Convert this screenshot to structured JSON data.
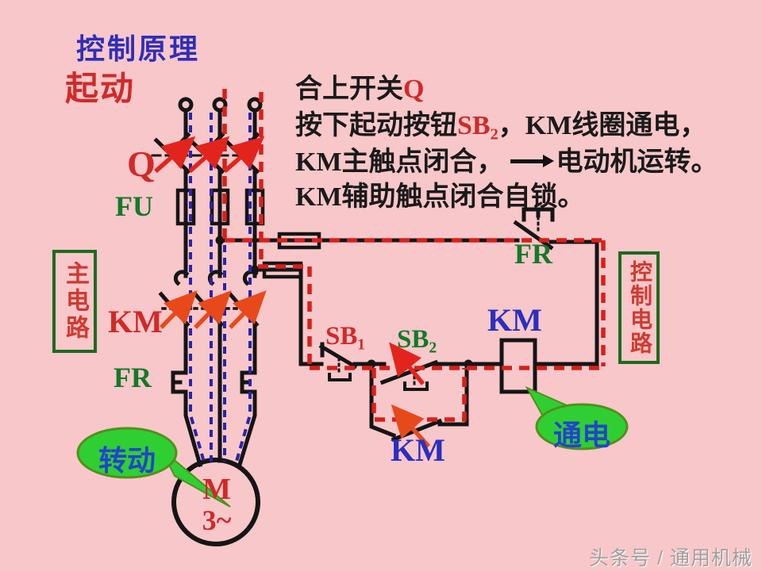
{
  "slide": {
    "background": "#f8c7ca"
  },
  "headings": {
    "principle": "控制原理",
    "start": "起动"
  },
  "instructions": {
    "line1_pre": "合上开关",
    "line1_q": "Q",
    "line2_pre": "按下起动按钮",
    "line2_sb2": "SB₂",
    "line2_post": "，KM线圈通电，",
    "line3_pre": "KM主触点闭合，",
    "line3_post": "电动机运转。",
    "line4": "KM辅助触点闭合自锁。"
  },
  "labels": {
    "q": "Q",
    "fu": "FU",
    "km_main": "KM",
    "fr_main": "FR",
    "sb1": "SB₁",
    "sb2": "SB₂",
    "km_aux": "KM",
    "km_coil": "KM",
    "fr_control": "FR",
    "motor_letter": "M",
    "motor_phases": "3~",
    "main_circuit": "主电路",
    "control_circuit": "控制电路"
  },
  "bubbles": {
    "rotate": "转动",
    "energize": "通电"
  },
  "watermark": "头条号 / 通用机械",
  "colors": {
    "background": "#f8c7ca",
    "wire_black": "#151515",
    "main_current_path_blue": "#2c22ac",
    "control_current_path_red": "#d8201a",
    "label_red": "#d02a28",
    "label_green": "#127a28",
    "label_blue": "#2a2fc0",
    "bubble_green": "#2fcf33",
    "bubble_text_blue": "#2244cc",
    "watermark_gray": "#9f9f9f"
  }
}
